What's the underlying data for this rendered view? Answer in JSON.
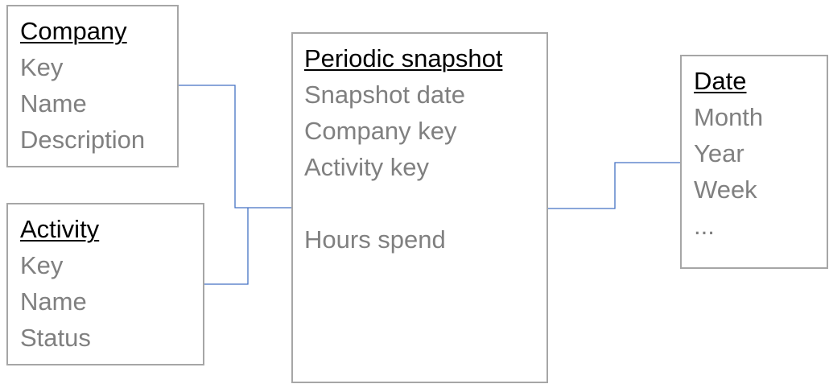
{
  "colors": {
    "border": "#a6a6a6",
    "connector": "#4472c4",
    "title": "#000000",
    "attribute": "#808080"
  },
  "company": {
    "title": "Company",
    "attributes": [
      "Key",
      "Name",
      "Description"
    ]
  },
  "activity": {
    "title": "Activity",
    "attributes": [
      "Key",
      "Name",
      "Status"
    ]
  },
  "snapshot": {
    "title": "Periodic snapshot",
    "attributes": [
      "Snapshot date",
      "Company key",
      "Activity key",
      "Hours spend"
    ]
  },
  "date": {
    "title": "Date",
    "attributes": [
      "Month",
      "Year",
      "Week",
      "..."
    ]
  }
}
